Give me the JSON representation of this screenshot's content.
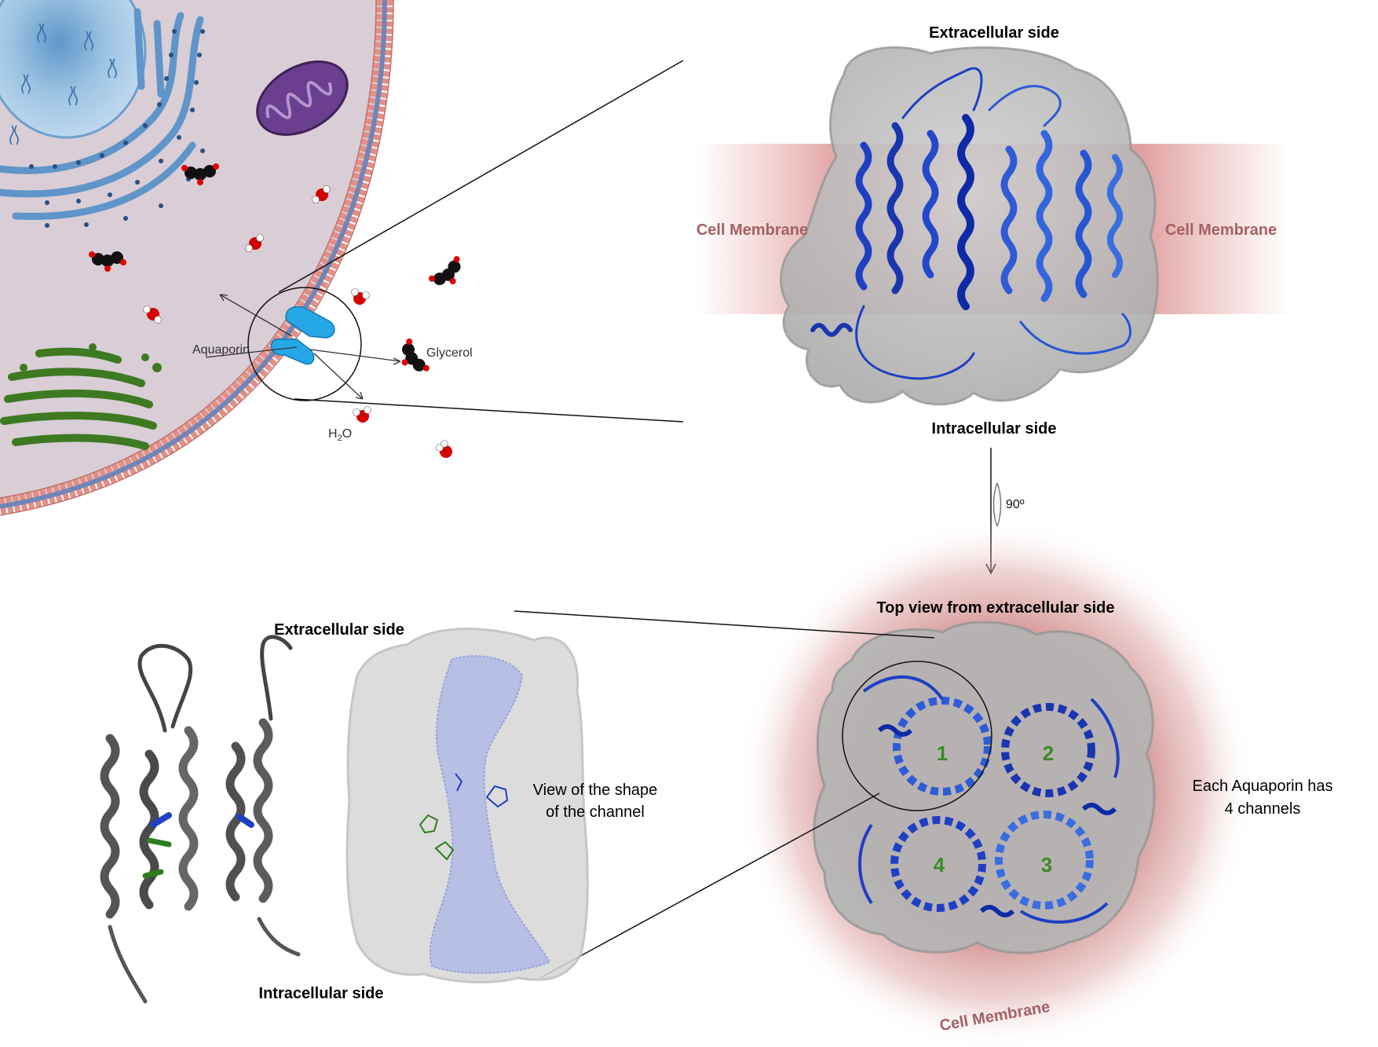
{
  "cell_panel": {
    "aquaporin_label": "Aquaporin",
    "glycerol_label": "Glycerol",
    "water_label_main": "H",
    "water_label_sub": "2",
    "water_label_end": "O"
  },
  "side_view": {
    "top_label": "Extracellular side",
    "bottom_label": "Intracellular side",
    "membrane_left": "Cell Membrane",
    "membrane_right": "Cell Membrane"
  },
  "rotation": {
    "label": "90º"
  },
  "top_view": {
    "title": "Top view from extracellular side",
    "channels": [
      "1",
      "2",
      "3",
      "4"
    ],
    "note_line1": "Each Aquaporin has",
    "note_line2": "4 channels",
    "membrane_label": "Cell Membrane"
  },
  "monomer_view": {
    "top_label": "Extracellular side",
    "bottom_label": "Intracellular side",
    "channel_note_line1": "View of the shape",
    "channel_note_line2": "of the channel"
  },
  "colors": {
    "cytoplasm": "#d9cdd6",
    "membrane_head": "#e38f86",
    "membrane_tail": "#6f86b8",
    "nucleus": "#a9cbe6",
    "er": "#5f95c8",
    "mitochondrion": "#6a3f8f",
    "golgi": "#3e7a22",
    "aquaporin": "#25a7e6",
    "protein_blue": "#1f3fc4",
    "membrane_band": "#d98888",
    "membrane_text": "#a46262",
    "channel_number": "#3a8a28"
  }
}
